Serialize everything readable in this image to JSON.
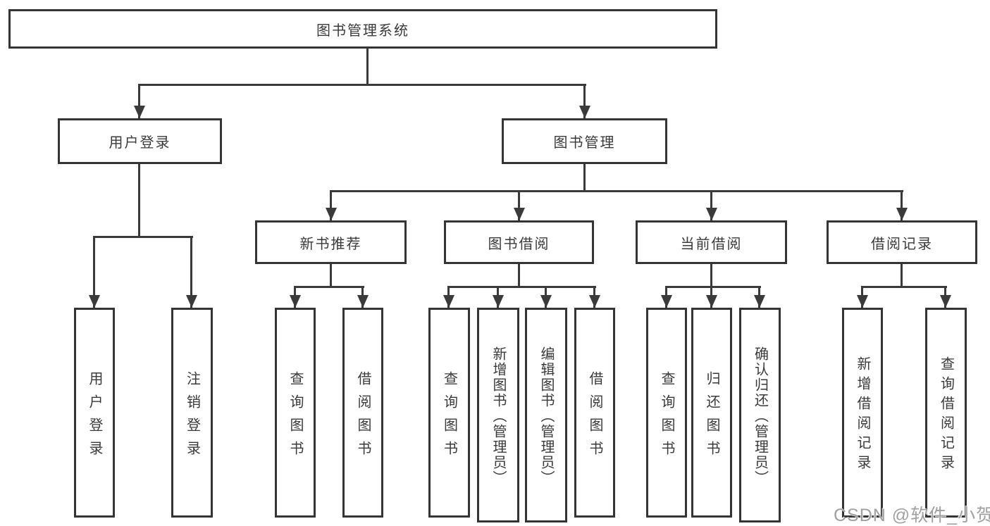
{
  "diagram": {
    "title": "图书管理系统",
    "root": {
      "label": "图书管理系统"
    },
    "level2": [
      {
        "label": "用户登录"
      },
      {
        "label": "图书管理"
      }
    ],
    "level3": [
      {
        "label": "新书推荐"
      },
      {
        "label": "图书借阅"
      },
      {
        "label": "当前借阅"
      },
      {
        "label": "借阅记录"
      }
    ],
    "leaves": {
      "user_login": [
        {
          "label": "用户登录"
        },
        {
          "label": "注销登录"
        }
      ],
      "new_books": [
        {
          "label": "查询图书"
        },
        {
          "label": "借阅图书"
        }
      ],
      "book_borrow": [
        {
          "label": "查询图书"
        },
        {
          "label": "新增图书（管理员）"
        },
        {
          "label": "编辑图书（管理员）"
        },
        {
          "label": "借阅图书"
        }
      ],
      "current_borrow": [
        {
          "label": "查询图书"
        },
        {
          "label": "归还图书"
        },
        {
          "label": "确认归还（管理员）"
        }
      ],
      "borrow_records": [
        {
          "label": "新增借阅记录"
        },
        {
          "label": "查询借阅记录"
        }
      ]
    }
  },
  "watermark": {
    "text": "CSDN @软件_小贺同学"
  },
  "colors": {
    "background": "#ffffff",
    "line": "#3a3a3a",
    "box_border": "#343434",
    "text": "#3a3a3a",
    "watermark_text": "#a0a0a0"
  }
}
